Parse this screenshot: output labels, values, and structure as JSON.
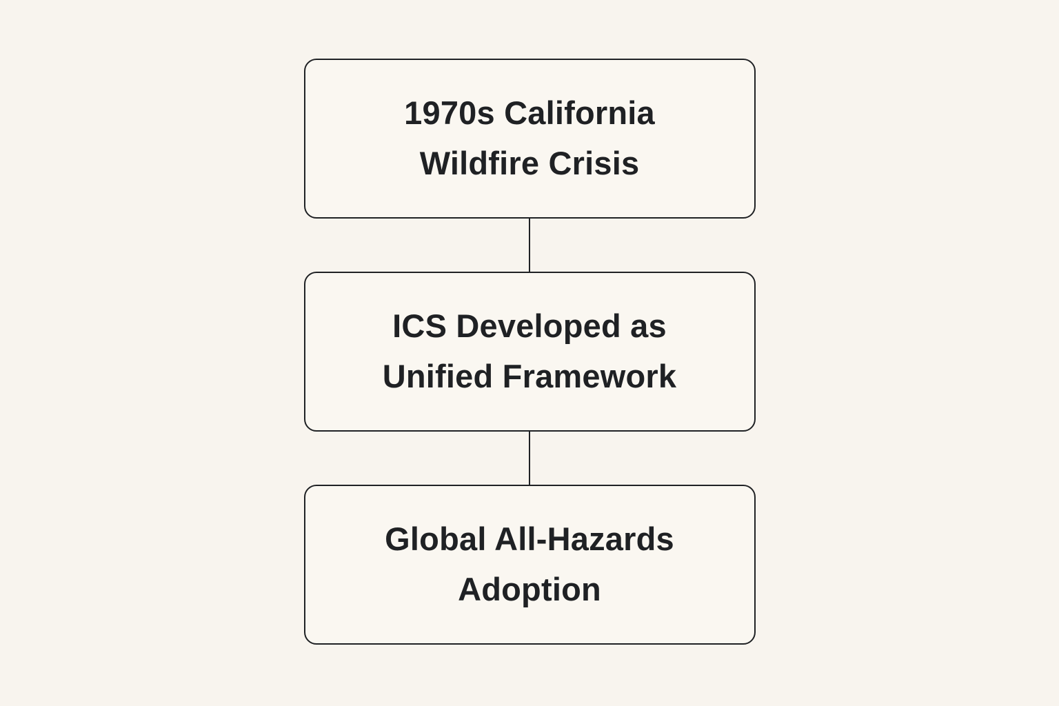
{
  "diagram": {
    "type": "flowchart",
    "direction": "top-down",
    "colors": {
      "bg": "#f8f4ee",
      "box_bg": "#faf7f1",
      "line": "#1f2124",
      "text": "#1f2124"
    },
    "nodes": [
      {
        "id": "node-1",
        "label": "1970s California Wildfire Crisis",
        "lines": [
          "1970s California",
          "Wildfire Crisis"
        ]
      },
      {
        "id": "node-2",
        "label": "ICS Developed as Unified Framework",
        "lines": [
          "ICS Developed as",
          "Unified Framework"
        ]
      },
      {
        "id": "node-3",
        "label": "Global All-Hazards Adoption",
        "lines": [
          "Global All-Hazards",
          "Adoption"
        ]
      }
    ],
    "edges": [
      {
        "from": "node-1",
        "to": "node-2"
      },
      {
        "from": "node-2",
        "to": "node-3"
      }
    ]
  }
}
